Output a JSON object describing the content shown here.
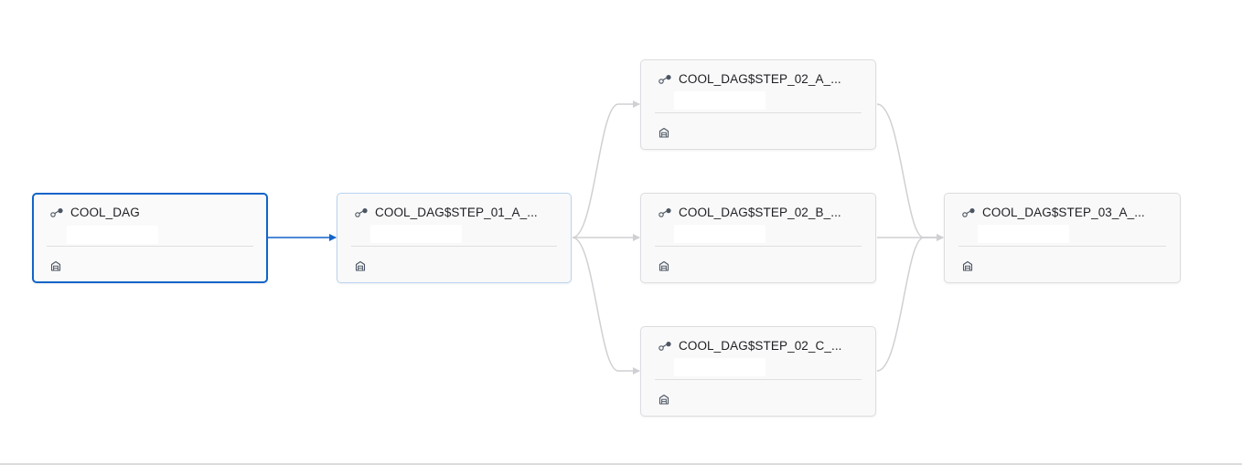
{
  "graph": {
    "nodes": [
      {
        "id": "n1",
        "title": "COOL_DAG",
        "state": "selected",
        "icon": "task-icon",
        "footer_icon": "warehouse-icon"
      },
      {
        "id": "n2",
        "title": "COOL_DAG$STEP_01_A_...",
        "state": "highlighted",
        "icon": "task-icon",
        "footer_icon": "warehouse-icon"
      },
      {
        "id": "n3",
        "title": "COOL_DAG$STEP_02_A_...",
        "state": "normal",
        "icon": "task-icon",
        "footer_icon": "warehouse-icon"
      },
      {
        "id": "n4",
        "title": "COOL_DAG$STEP_02_B_...",
        "state": "normal",
        "icon": "task-icon",
        "footer_icon": "warehouse-icon"
      },
      {
        "id": "n5",
        "title": "COOL_DAG$STEP_02_C_...",
        "state": "normal",
        "icon": "task-icon",
        "footer_icon": "warehouse-icon"
      },
      {
        "id": "n6",
        "title": "COOL_DAG$STEP_03_A_...",
        "state": "normal",
        "icon": "task-icon",
        "footer_icon": "warehouse-icon"
      }
    ],
    "edges": [
      {
        "from": "n1",
        "to": "n2",
        "active": true
      },
      {
        "from": "n2",
        "to": "n3",
        "active": false
      },
      {
        "from": "n2",
        "to": "n4",
        "active": false
      },
      {
        "from": "n2",
        "to": "n5",
        "active": false
      },
      {
        "from": "n3",
        "to": "n6",
        "active": false
      },
      {
        "from": "n4",
        "to": "n6",
        "active": false
      },
      {
        "from": "n5",
        "to": "n6",
        "active": false
      }
    ]
  },
  "colors": {
    "active_edge": "#1264c8",
    "inactive_edge": "#cfd0d3",
    "selected_border": "#1264c8",
    "highlight_border": "#b9d3f0"
  }
}
